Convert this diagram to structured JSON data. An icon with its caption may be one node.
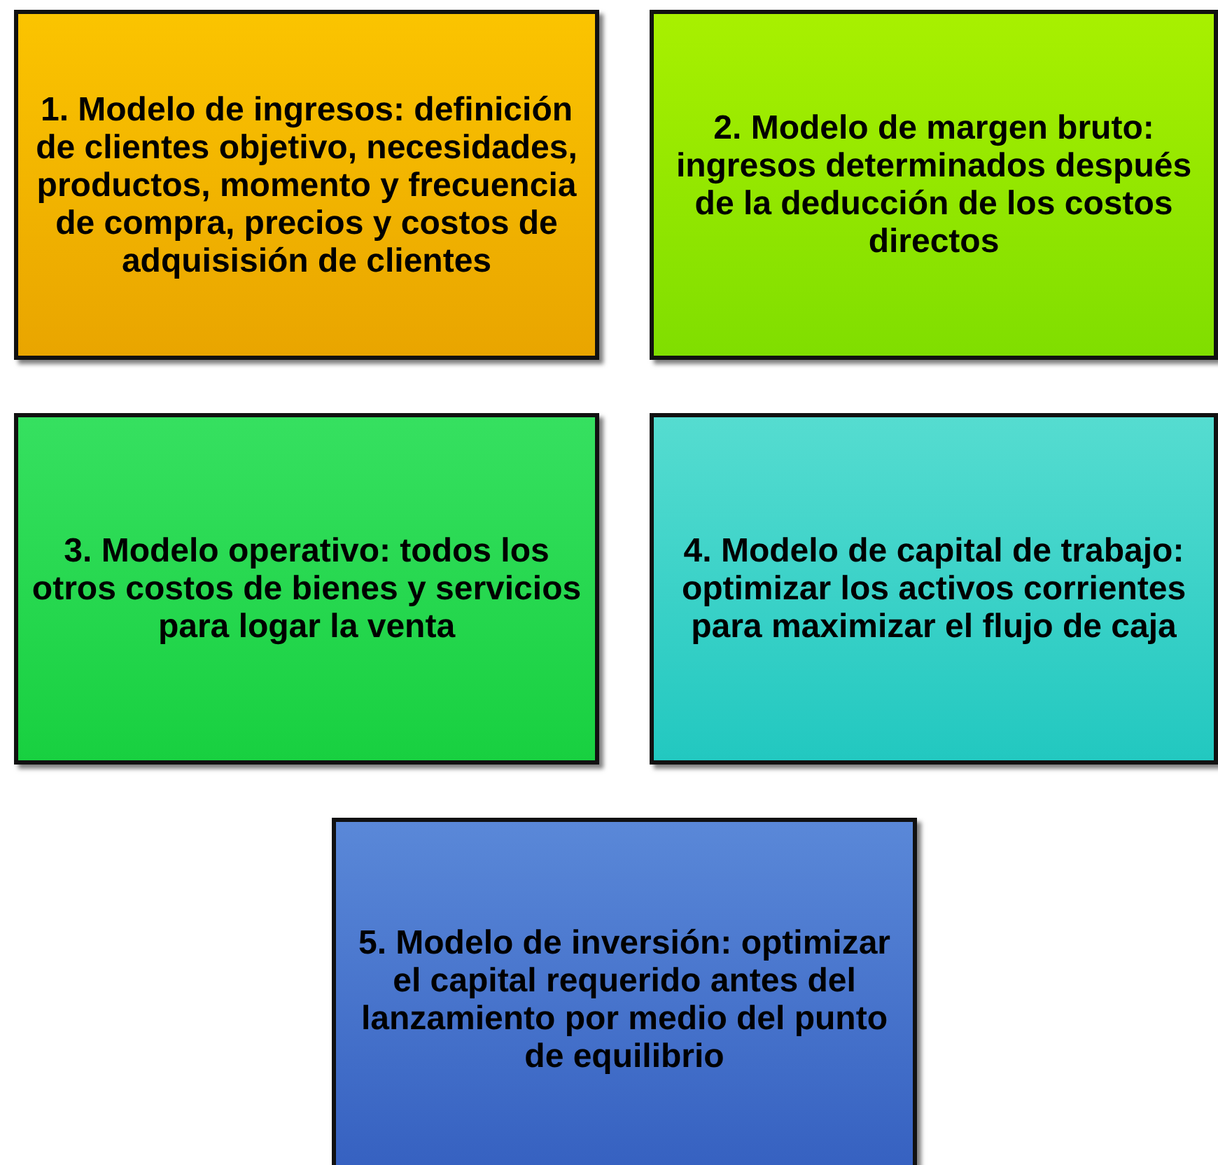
{
  "diagram": {
    "nodes": [
      {
        "text": [
          "1. Modelo de ingresos: definición de clientes objetivo, necesidades, productos, momento y frecuencia de compra, precios y costos de adquisisión de clientes"
        ]
      },
      {
        "text": [
          "2. Modelo de margen bruto: ingresos determinados después de la deducción de los costos directos"
        ]
      },
      {
        "text": [
          "3. Modelo operativo: todos los otros costos de bienes y servicios para logar la venta"
        ]
      },
      {
        "text": [
          "4. Modelo de capital de trabajo: optimizar los activos corrientes para maximizar el flujo de caja"
        ]
      },
      {
        "text": [
          "5. Modelo de inversión: optimizar el capital requerido antes del lanzamiento por medio del punto de equilibrio"
        ]
      }
    ]
  }
}
